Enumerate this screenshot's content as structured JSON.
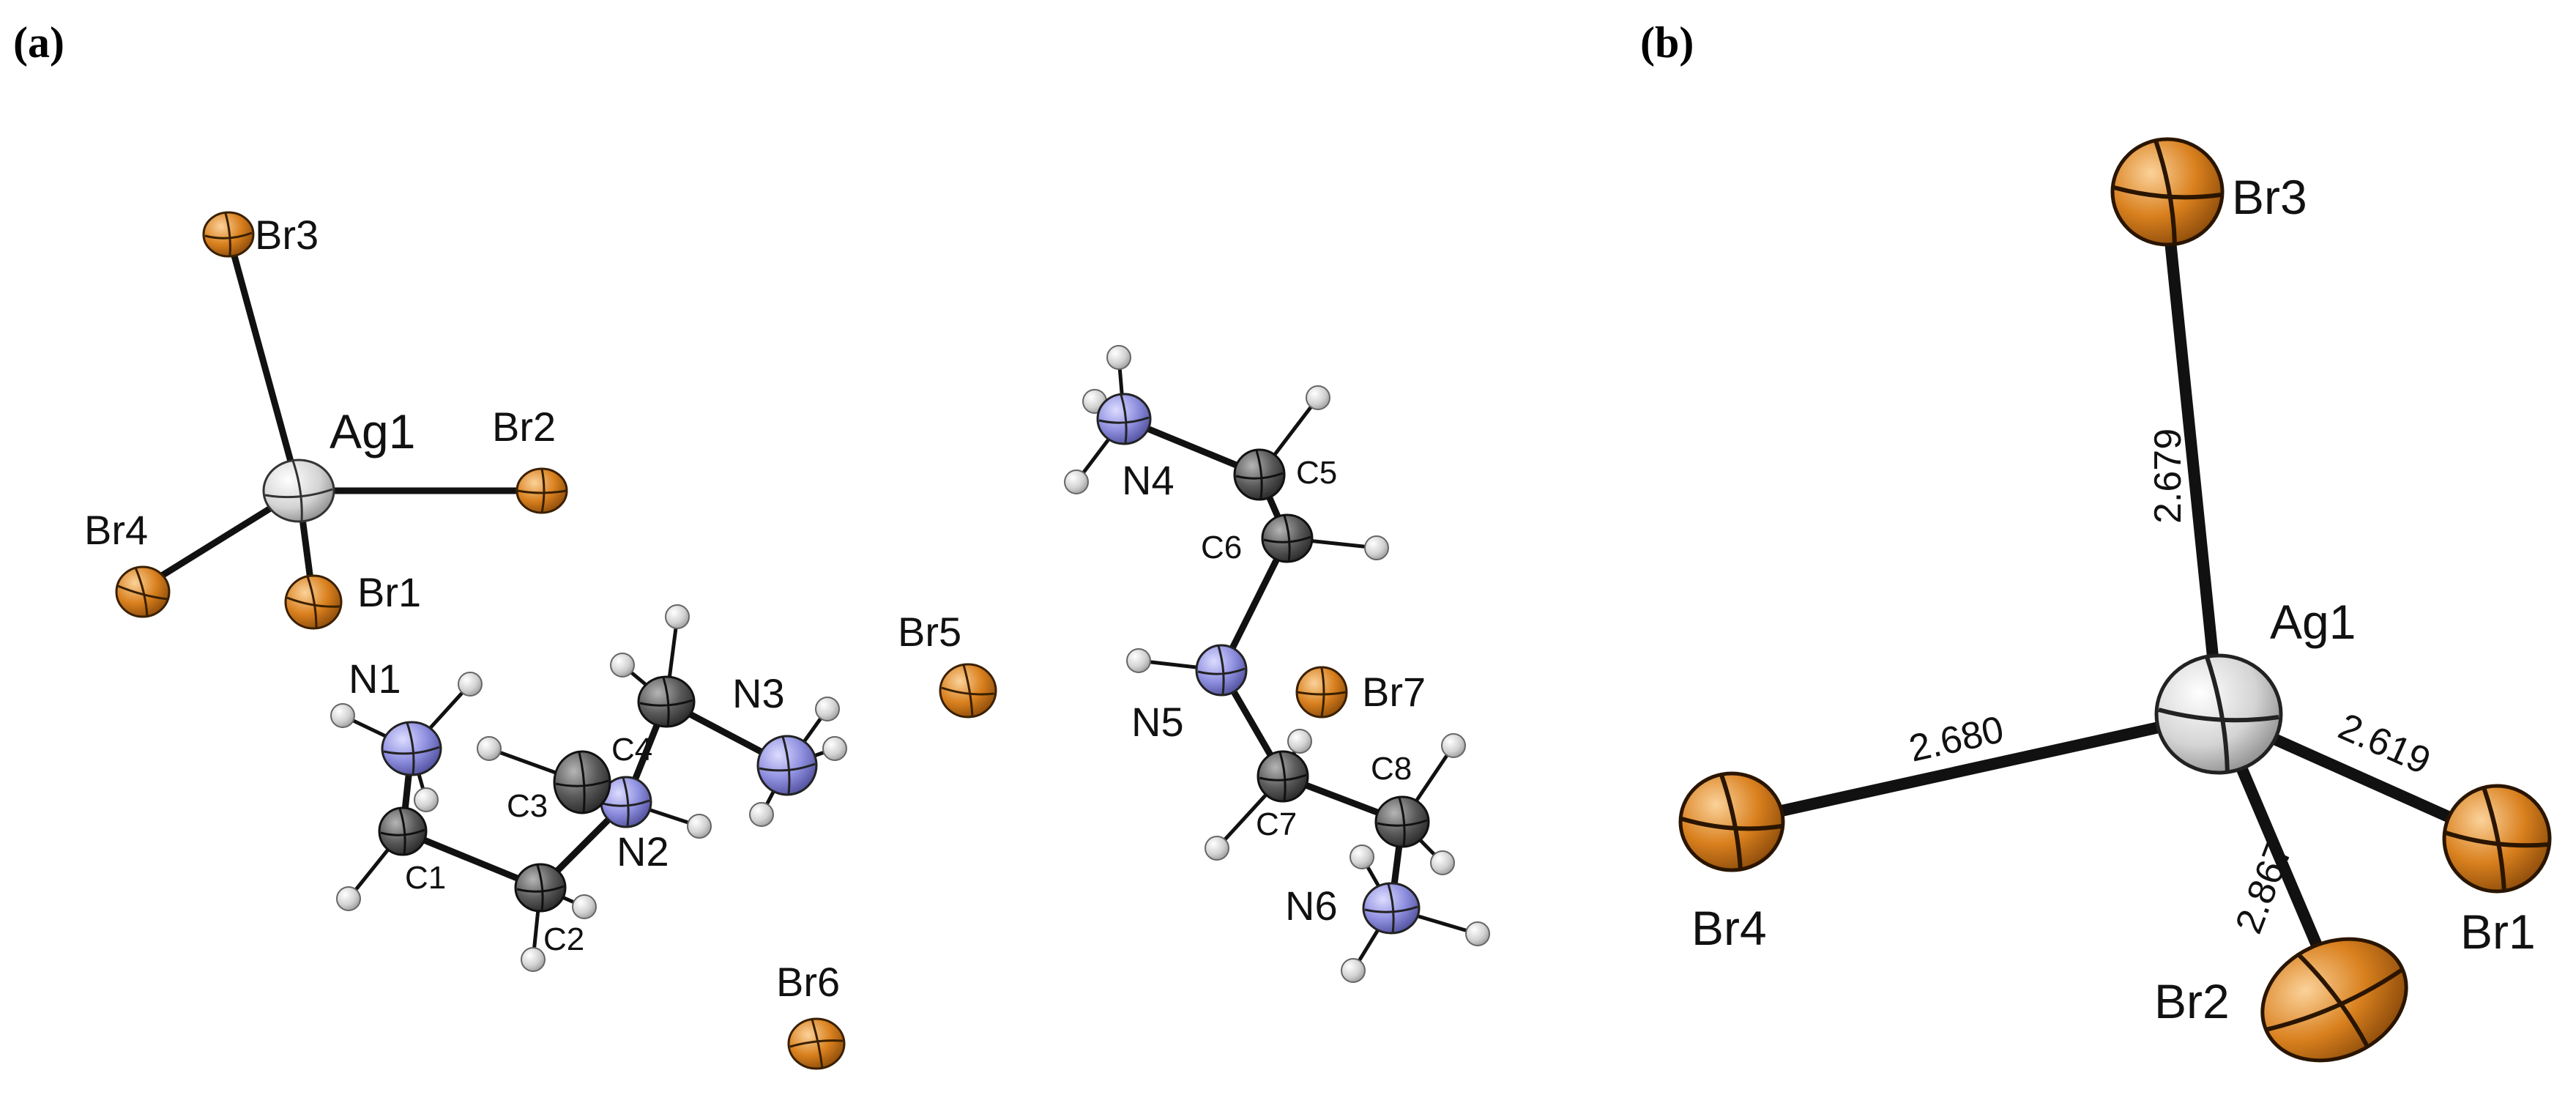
{
  "panels": [
    {
      "id": "a",
      "label": "(a)"
    },
    {
      "id": "b",
      "label": "(b)"
    }
  ],
  "colors": {
    "Br": "#d9801e",
    "Ag": "#d4d4d4",
    "N": "#8f8fe0",
    "C": "#5a5a5a",
    "H": "#d2d2d2",
    "bond": "#111111",
    "background": "#ffffff"
  },
  "panel_a_labels": {
    "Br1": "Br1",
    "Br2": "Br2",
    "Br3": "Br3",
    "Br4": "Br4",
    "Br5": "Br5",
    "Br6": "Br6",
    "Br7": "Br7",
    "Ag1": "Ag1",
    "N1": "N1",
    "N2": "N2",
    "N3": "N3",
    "N4": "N4",
    "N5": "N5",
    "N6": "N6",
    "C1": "C1",
    "C2": "C2",
    "C3": "C3",
    "C4": "C4",
    "C5": "C5",
    "C6": "C6",
    "C7": "C7",
    "C8": "C8"
  },
  "panel_b_labels": {
    "Ag1": "Ag1",
    "Br1": "Br1",
    "Br2": "Br2",
    "Br3": "Br3",
    "Br4": "Br4"
  },
  "bond_lengths": {
    "Ag1_Br3": "2.679",
    "Ag1_Br4": "2.680",
    "Ag1_Br1": "2.619",
    "Ag1_Br2": "2.867"
  }
}
